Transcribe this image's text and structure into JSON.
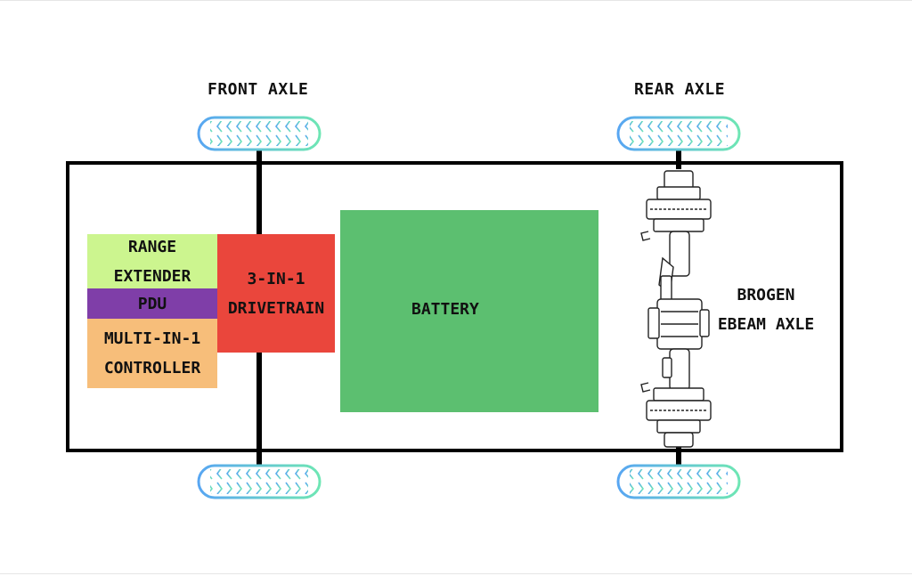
{
  "labels": {
    "front_axle": "FRONT AXLE",
    "rear_axle": "REAR AXLE",
    "range_extender_line1": "RANGE",
    "range_extender_line2": "EXTENDER",
    "pdu": "PDU",
    "controller_line1": "MULTI-IN-1",
    "controller_line2": "CONTROLLER",
    "drivetrain_line1": "3-IN-1",
    "drivetrain_line2": "DRIVETRAIN",
    "battery": "BATTERY",
    "ebeam_line1": "BROGEN",
    "ebeam_line2": "EBEAM AXLE"
  },
  "colors": {
    "range_extender": "#ccf58f",
    "pdu": "#7f3ea8",
    "controller": "#f7be7a",
    "drivetrain": "#ea463c",
    "battery": "#5cbf70",
    "tire_start": "#58a6f2",
    "tire_end": "#6ee6b4",
    "frame": "#000000"
  },
  "icons": {
    "wheel": "tire-icon",
    "ebeam": "ebeam-axle-icon"
  }
}
